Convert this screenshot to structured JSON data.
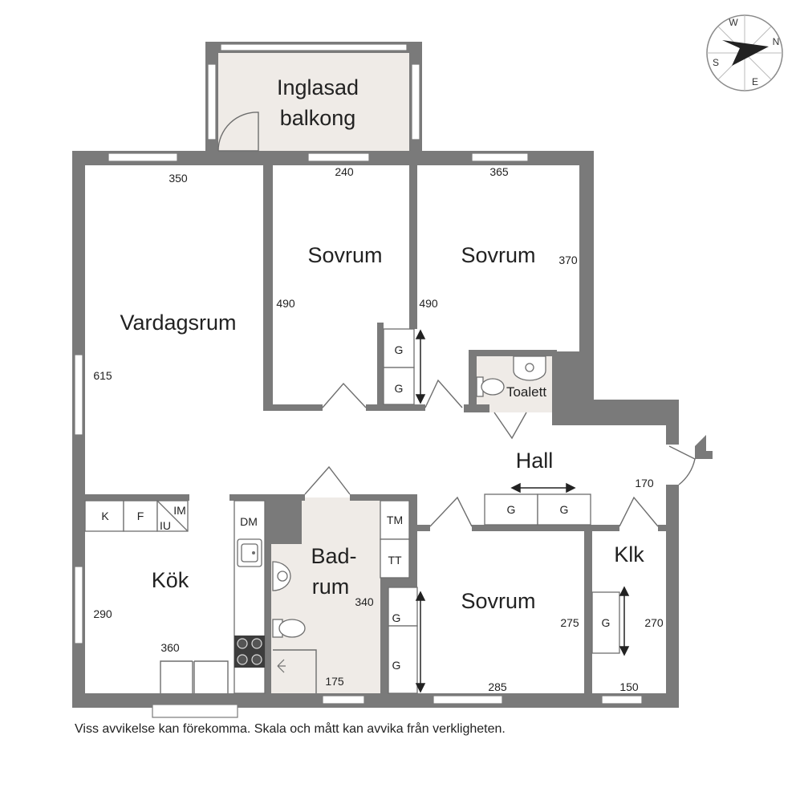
{
  "rooms": {
    "balcony_line1": "Inglasad",
    "balcony_line2": "balkong",
    "living": "Vardagsrum",
    "bedroom1": "Sovrum",
    "bedroom2": "Sovrum",
    "bedroom3": "Sovrum",
    "toilet": "Toalett",
    "hall": "Hall",
    "kitchen": "Kök",
    "bath_line1": "Bad-",
    "bath_line2": "rum",
    "closet": "Klk"
  },
  "dimensions": {
    "living_width": "350",
    "living_depth": "615",
    "bed1_width": "240",
    "bed1_depth": "490",
    "bed2_width": "365",
    "bed2_depth_left": "490",
    "bed2_depth_right": "370",
    "hall": "170",
    "bath_depth": "340",
    "bath_width": "175",
    "kitchen_depth": "290",
    "kitchen_width": "360",
    "bed3_depth": "275",
    "bed3_width": "285",
    "klk_depth": "270",
    "klk_width": "150"
  },
  "fixtures": {
    "wardrobe_g": "G",
    "kitchen_k": "K",
    "kitchen_f": "F",
    "kitchen_im": "IM",
    "kitchen_iu": "IU",
    "kitchen_dm": "DM",
    "bath_tm": "TM",
    "bath_tt": "TT"
  },
  "compass": {
    "n": "N",
    "e": "E",
    "s": "S",
    "w": "W"
  },
  "disclaimer": "Viss avvikelse kan förekomma. Skala och mått kan avvika från verkligheten.",
  "colors": {
    "wall": "#7a7a7a",
    "wet_room": "#efebe7",
    "background": "#ffffff"
  }
}
